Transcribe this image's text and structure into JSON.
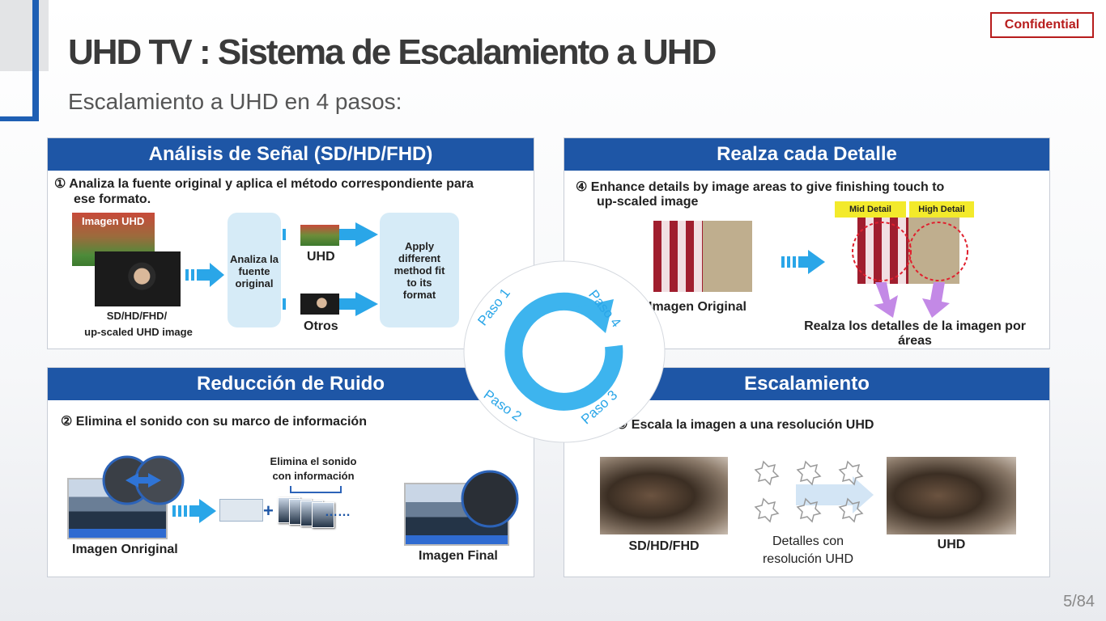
{
  "header": {
    "title": "UHD TV :  Sistema de Escalamiento a UHD",
    "subtitle": "Escalamiento a UHD en 4 pasos:",
    "badge": "Confidential"
  },
  "panels": {
    "analisis": {
      "title": "Análisis de Señal (SD/HD/FHD)",
      "desc_line1": "① Analiza la fuente original y aplica el método correspondiente para",
      "desc_line2": "ese formato.",
      "img_uhd_label": "Imagen UHD",
      "img_sd_label_1": "SD/HD/FHD/",
      "img_sd_label_2": "up-scaled UHD image",
      "analyze_box": "Analiza la fuente original",
      "uhd_label": "UHD",
      "otros_label": "Otros",
      "apply_box": "Apply different method fit to its format"
    },
    "realza": {
      "title": "Realza cada Detalle",
      "desc_line1": "④ Enhance details by image areas to give finishing touch to",
      "desc_line2": "up-scaled image",
      "mid_detail": "Mid Detail",
      "high_detail": "High Detail",
      "original_label": "Imagen Original",
      "result_label_1": "Realza los detalles de la imagen por",
      "result_label_2": "áreas"
    },
    "ruido": {
      "title": "Reducción de Ruido",
      "desc": "② Elimina el sonido con su marco de información",
      "elimina_1": "Elimina  el sonido",
      "elimina_2": "con información",
      "original_label": "Imagen Onriginal",
      "final_label": "Imagen Final"
    },
    "escala": {
      "title": "Escalamiento",
      "desc": "③ Escala la imagen a una resolución UHD",
      "sd_label": "SD/HD/FHD",
      "detalles_1": "Detalles con",
      "detalles_2": "resolución UHD",
      "uhd_label": "UHD"
    }
  },
  "cycle": {
    "paso1": "Paso 1",
    "paso2": "Paso 2",
    "paso3": "Paso 3",
    "paso4": "Paso 4"
  },
  "footer": {
    "page": "5/84"
  },
  "colors": {
    "accent": "#1e56a6",
    "cycle": "#3db4ee",
    "light_box": "#d6ebf7",
    "confidential": "#b71c1c"
  }
}
